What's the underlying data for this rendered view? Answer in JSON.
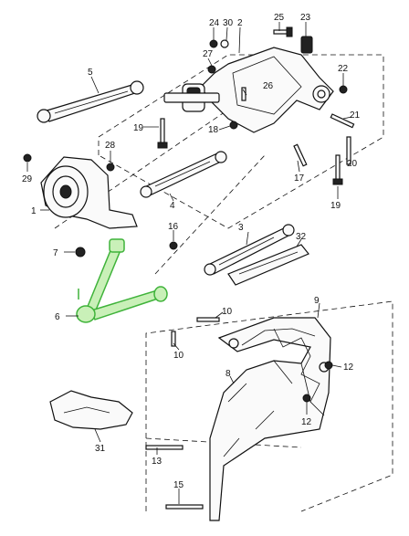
{
  "diagram": {
    "part_numbers": [
      "1",
      "2",
      "3",
      "4",
      "5",
      "6",
      "7",
      "8",
      "9",
      "10",
      "12",
      "13",
      "15",
      "16",
      "17",
      "18",
      "19",
      "20",
      "21",
      "22",
      "23",
      "24",
      "25",
      "26",
      "27",
      "28",
      "29",
      "30",
      "31",
      "32"
    ],
    "highlight_color": "#3fb33a",
    "highlighted_part": "6",
    "labels": {
      "p24": "24",
      "p30": "30",
      "p2": "2",
      "p25": "25",
      "p23": "23",
      "p27": "27",
      "p5": "5",
      "p22": "22",
      "p26": "26",
      "p21": "21",
      "p19a": "19",
      "p18": "18",
      "p28": "28",
      "p20": "20",
      "p29": "29",
      "p17": "17",
      "p4": "4",
      "p19b": "19",
      "p1": "1",
      "p16": "16",
      "p3": "3",
      "p7": "7",
      "p32": "32",
      "p6": "6",
      "p9": "9",
      "p10a": "10",
      "p10b": "10",
      "p12a": "12",
      "p8": "8",
      "p12b": "12",
      "p31": "31",
      "p13": "13",
      "p15": "15"
    }
  }
}
